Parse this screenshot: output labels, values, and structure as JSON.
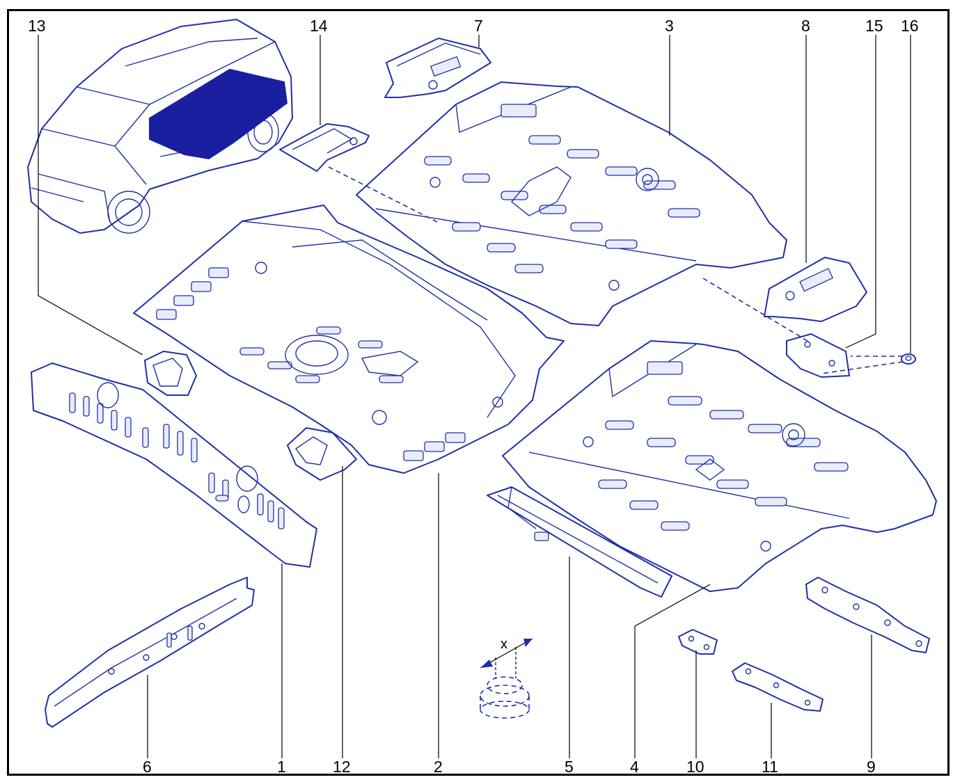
{
  "colors": {
    "line": "#1f2fa8",
    "highlight": "#1a1fa0",
    "frame": "#000000"
  },
  "labels": {
    "p1": "1",
    "p2": "2",
    "p3": "3",
    "p4": "4",
    "p5": "5",
    "p6": "6",
    "p7": "7",
    "p8": "8",
    "p9": "9",
    "p10": "10",
    "p11": "11",
    "p12": "12",
    "p13": "13",
    "p14": "14",
    "p15": "15",
    "p16": "16"
  },
  "dimension_label": "x"
}
